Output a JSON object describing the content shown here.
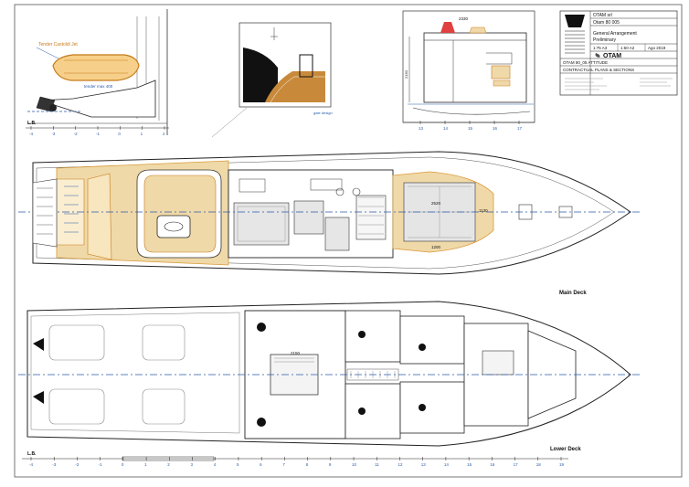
{
  "title_block": {
    "company": "OTAM srl",
    "project": "Otam 80 005",
    "drawing_title": "General Arrangement",
    "status": "Preliminary",
    "scales": [
      "1:75 A3",
      "1:50 A2",
      "Ago 2019"
    ],
    "ref_line1": "OTAM 80_05 ATTITUDE",
    "ref_line2": "CONTRACTUAL PLANS & SECTIONS",
    "logo_text": "OTAM"
  },
  "labels": {
    "tender_top": "Tender Castoldi Jet",
    "tender_note": "tender max 400",
    "main_deck": "Main Deck",
    "lower_deck": "Lower Deck",
    "lb": "L.B.",
    "gate_design": "gate design",
    "beam_main": "1130",
    "dim_main_1": "2520",
    "dim_main_2": "1200",
    "dim_lower": "2150",
    "section_dim_top": "2330",
    "section_dim_side": "2150"
  },
  "colors": {
    "teak": "#f0d9a8",
    "teak_stroke": "#d89a3a",
    "line": "#2a2a2a",
    "axis": "#2a5aa8",
    "frame": "#555555"
  },
  "scales": {
    "top_frames": [
      "-4",
      "-3",
      "-2",
      "-1",
      "0",
      "1",
      "2"
    ],
    "section_frames": [
      "13",
      "14",
      "15",
      "16",
      "17"
    ],
    "bottom_frames": [
      "-4",
      "-3",
      "-2",
      "-1",
      "0",
      "1",
      "2",
      "3",
      "4",
      "5",
      "6",
      "7",
      "8",
      "9",
      "10",
      "11",
      "12",
      "13",
      "14",
      "15",
      "16",
      "17",
      "18",
      "19"
    ]
  }
}
